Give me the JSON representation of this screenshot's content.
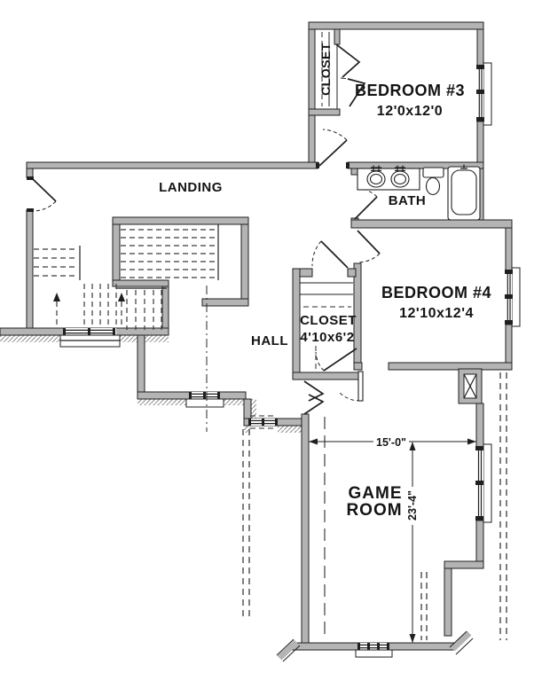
{
  "plan": {
    "rooms": {
      "landing": {
        "label": "LANDING"
      },
      "bedroom3": {
        "label": "BEDROOM #3",
        "dims": "12'0x12'0"
      },
      "bedroom3_closet": {
        "label": "CLOSET"
      },
      "bath": {
        "label": "BATH"
      },
      "bedroom4": {
        "label": "BEDROOM #4",
        "dims": "12'10x12'4"
      },
      "hall_closet": {
        "label": "CLOSET",
        "dims": "4'10x6'2"
      },
      "hall": {
        "label": "HALL"
      },
      "game_room": {
        "label_line1": "GAME",
        "label_line2": "ROOM"
      }
    },
    "dimensions": {
      "game_room_width": "15'-0\"",
      "game_room_depth": "23'-4\""
    },
    "colors": {
      "background": "#ffffff",
      "wall_fill": "#b4b4b4",
      "line": "#1f1f1f",
      "hatch": "#8f8f8f"
    }
  }
}
